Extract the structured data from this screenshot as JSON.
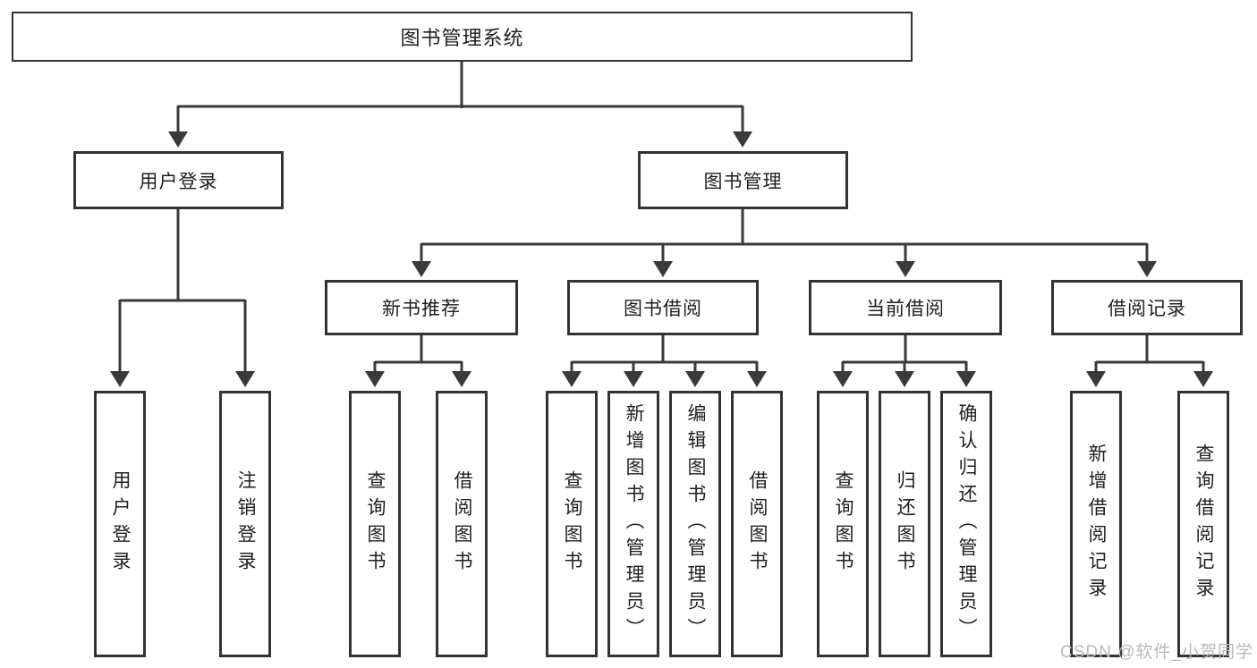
{
  "colors": {
    "line": "#3a3a3a",
    "box_border": "#333333",
    "box_fill": "#ffffff",
    "text": "#1f1f1f",
    "watermark": "#b9b9b9"
  },
  "tree": {
    "root": {
      "label": "图书管理系统"
    },
    "branches": [
      {
        "label": "用户登录",
        "children": [
          {
            "label": "用户登录"
          },
          {
            "label": "注销登录"
          }
        ]
      },
      {
        "label": "图书管理",
        "children": [
          {
            "label": "新书推荐",
            "children": [
              {
                "label": "查询图书"
              },
              {
                "label": "借阅图书"
              }
            ]
          },
          {
            "label": "图书借阅",
            "children": [
              {
                "label": "查询图书"
              },
              {
                "label": "新增图书（管理员）"
              },
              {
                "label": "编辑图书（管理员）"
              },
              {
                "label": "借阅图书"
              }
            ]
          },
          {
            "label": "当前借阅",
            "children": [
              {
                "label": "查询图书"
              },
              {
                "label": "归还图书"
              },
              {
                "label": "确认归还（管理员）"
              }
            ]
          },
          {
            "label": "借阅记录",
            "children": [
              {
                "label": "新增借阅记录"
              },
              {
                "label": "查询借阅记录"
              }
            ]
          }
        ]
      }
    ]
  },
  "watermark": {
    "text": "CSDN @软件_小贺同学"
  }
}
